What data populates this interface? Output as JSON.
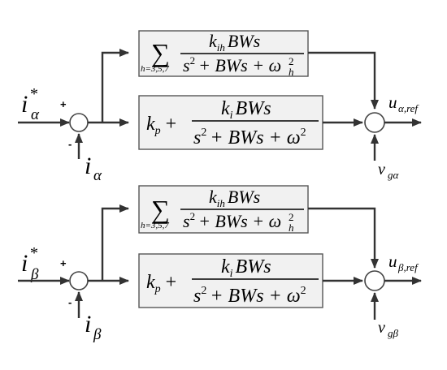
{
  "top": {
    "ref_main": "i",
    "ref_sub": "α",
    "ref_sup": "*",
    "fb_main": "i",
    "fb_sub": "α",
    "plus": "+",
    "minus": "-",
    "out_main": "u",
    "out_sub": "α,ref",
    "grid_main": "v",
    "grid_sub": "gα",
    "harm_den_omega_sub": "h"
  },
  "bottom": {
    "ref_main": "i",
    "ref_sub": "β",
    "ref_sup": "*",
    "fb_main": "i",
    "fb_sub": "β",
    "plus": "+",
    "minus": "-",
    "out_main": "u",
    "out_sub": "β,ref",
    "grid_main": "v",
    "grid_sub": "gβ",
    "harm_den_omega_sub": "h"
  },
  "harmonic_block": {
    "sigma": "∑",
    "index": "h=3,5,7",
    "num_k": "k",
    "num_k_sub": "ih",
    "num_rest": "BWs",
    "den_s": "s",
    "den_s_exp": "2",
    "den_mid": "+ BWs + ω",
    "den_omega_exp": "2"
  },
  "pr_block": {
    "kp": "k",
    "kp_sub": "p",
    "plus": "+",
    "num_k": "k",
    "num_k_sub": "i",
    "num_rest": "BWs",
    "den_s": "s",
    "den_s_exp": "2",
    "den_rest": "+ BWs + ω",
    "den_omega_exp": "2"
  }
}
